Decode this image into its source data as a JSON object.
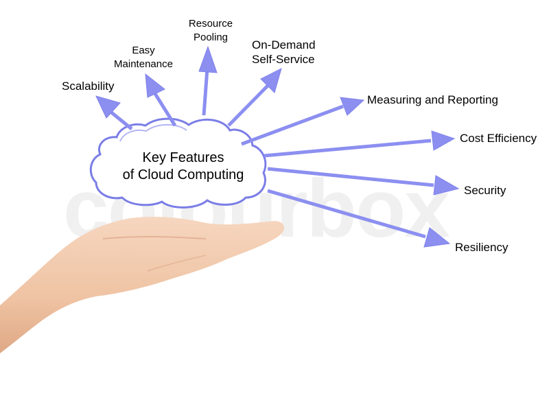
{
  "center": {
    "line1": "Key Features",
    "line2": "of Cloud Computing"
  },
  "features": {
    "scalability": "Scalability",
    "easy_maintenance_1": "Easy",
    "easy_maintenance_2": "Maintenance",
    "resource_pooling_1": "Resource",
    "resource_pooling_2": "Pooling",
    "on_demand_1": "On-Demand",
    "on_demand_2": "Self-Service",
    "measuring": "Measuring and Reporting",
    "cost_efficiency": "Cost Efficiency",
    "security": "Security",
    "resiliency": "Resiliency"
  },
  "watermark": "colourbox",
  "colors": {
    "arrow": "#8c8ff0",
    "cloud_outline": "#7a7de6",
    "skin": "#f1c9ab"
  }
}
